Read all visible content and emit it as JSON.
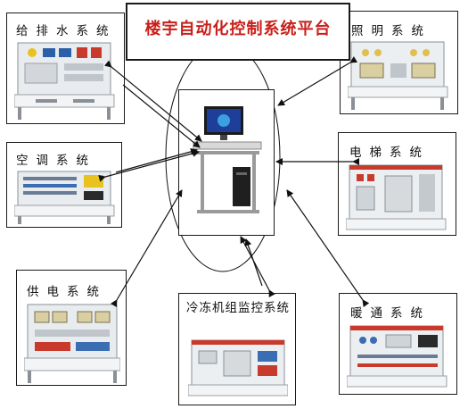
{
  "title": "楼宇自动化控制系统平台",
  "systems": {
    "water": "给排水系统",
    "aircon": "空调系统",
    "power": "供电系统",
    "refrig": "冷冻机组监控系统",
    "lighting": "照明系统",
    "elevator": "电梯系统",
    "hvac": "暖通系统"
  },
  "colors": {
    "title": "#c8201a",
    "lines": "#111111"
  }
}
